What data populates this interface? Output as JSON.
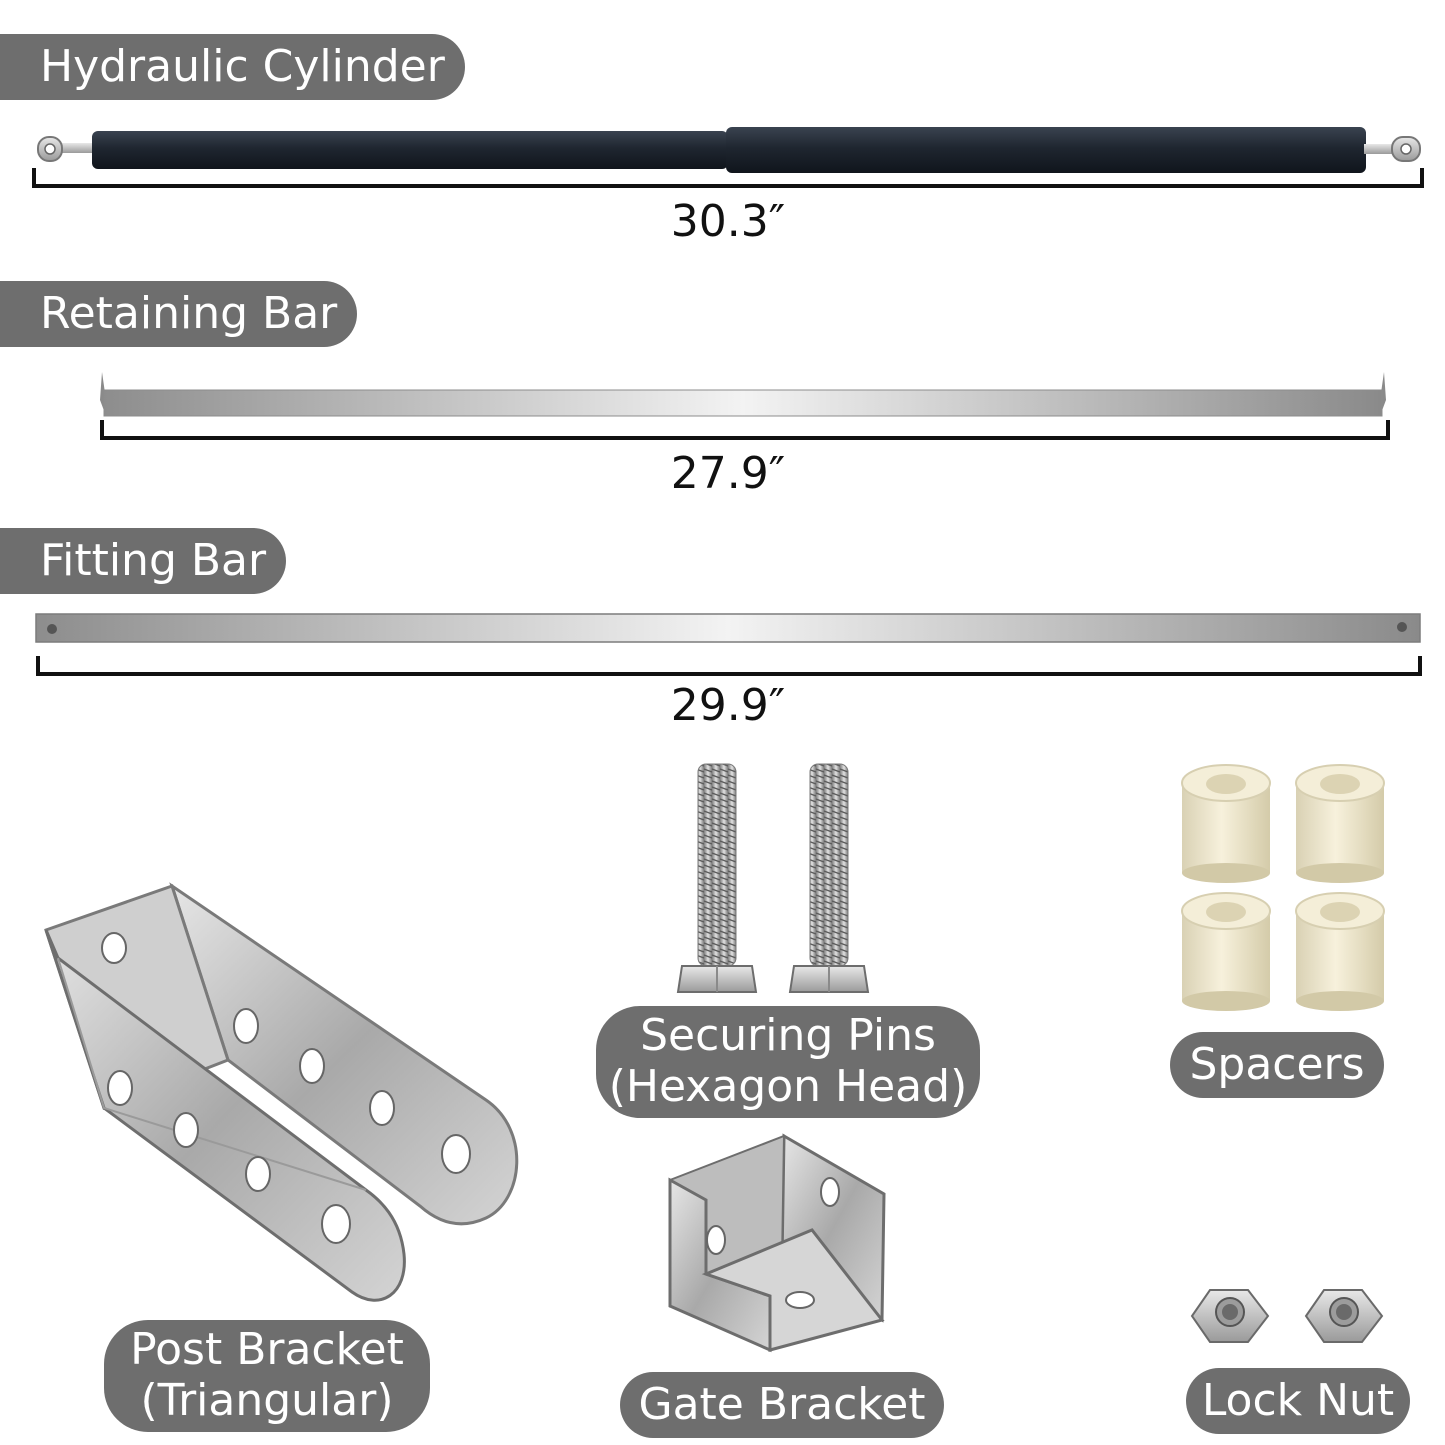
{
  "parts": {
    "hydraulic_cylinder": {
      "label": "Hydraulic Cylinder",
      "length": "30.3″"
    },
    "retaining_bar": {
      "label": "Retaining Bar",
      "length": "27.9″"
    },
    "fitting_bar": {
      "label": "Fitting Bar",
      "length": "29.9″"
    },
    "securing_pins": {
      "label_line1": "Securing Pins",
      "label_line2": "(Hexagon Head)"
    },
    "spacers": {
      "label": "Spacers"
    },
    "post_bracket": {
      "label_line1": "Post Bracket",
      "label_line2": "(Triangular)"
    },
    "gate_bracket": {
      "label": "Gate Bracket"
    },
    "lock_nut": {
      "label": "Lock Nut"
    }
  },
  "colors": {
    "label_background": "#6e6e6e",
    "label_text": "#ffffff",
    "cylinder_body": "#1f2630",
    "steel": "#c8c8c8",
    "spacer": "#efe8cf"
  }
}
